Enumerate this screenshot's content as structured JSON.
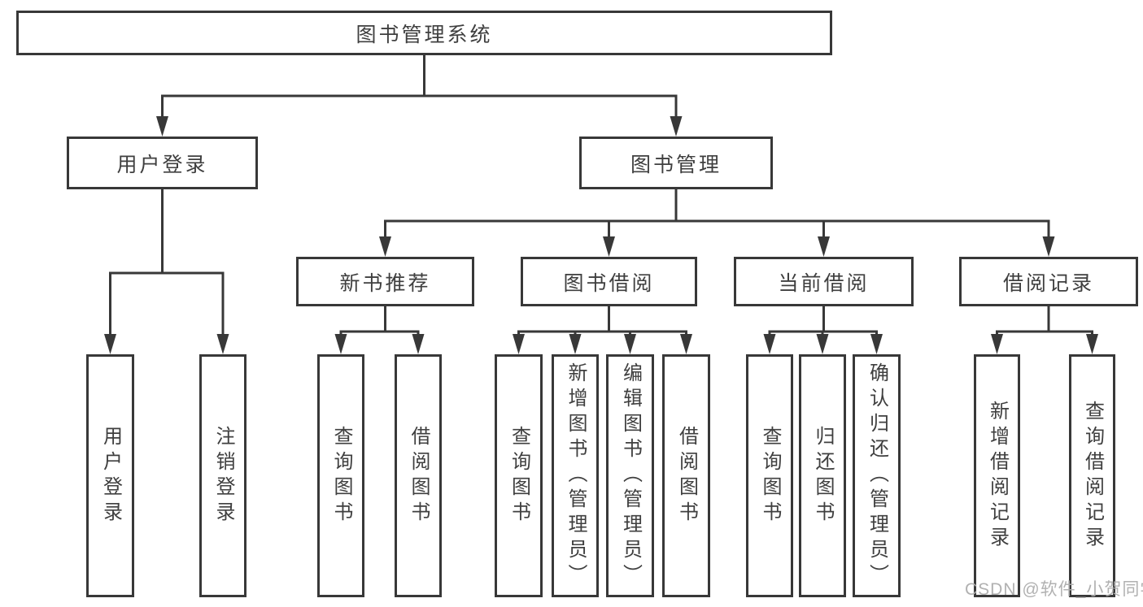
{
  "tree": {
    "label": "图书管理系统",
    "children": [
      {
        "label": "用户登录",
        "children": [
          {
            "label": "用户登录"
          },
          {
            "label": "注销登录"
          }
        ]
      },
      {
        "label": "图书管理",
        "children": [
          {
            "label": "新书推荐",
            "children": [
              {
                "label": "查询图书"
              },
              {
                "label": "借阅图书"
              }
            ]
          },
          {
            "label": "图书借阅",
            "children": [
              {
                "label": "查询图书"
              },
              {
                "label": "新增图书（管理员）"
              },
              {
                "label": "编辑图书（管理员）"
              },
              {
                "label": "借阅图书"
              }
            ]
          },
          {
            "label": "当前借阅",
            "children": [
              {
                "label": "查询图书"
              },
              {
                "label": "归还图书"
              },
              {
                "label": "确认归还（管理员）"
              }
            ]
          },
          {
            "label": "借阅记录",
            "children": [
              {
                "label": "新增借阅记录"
              },
              {
                "label": "查询借阅记录"
              }
            ]
          }
        ]
      }
    ]
  },
  "watermark": "CSDN @软件_小贺同学",
  "colors": {
    "line": "#383838",
    "box_border": "#383838",
    "text": "#3f3f3f",
    "watermark": "#adadad",
    "background": "#ffffff"
  }
}
